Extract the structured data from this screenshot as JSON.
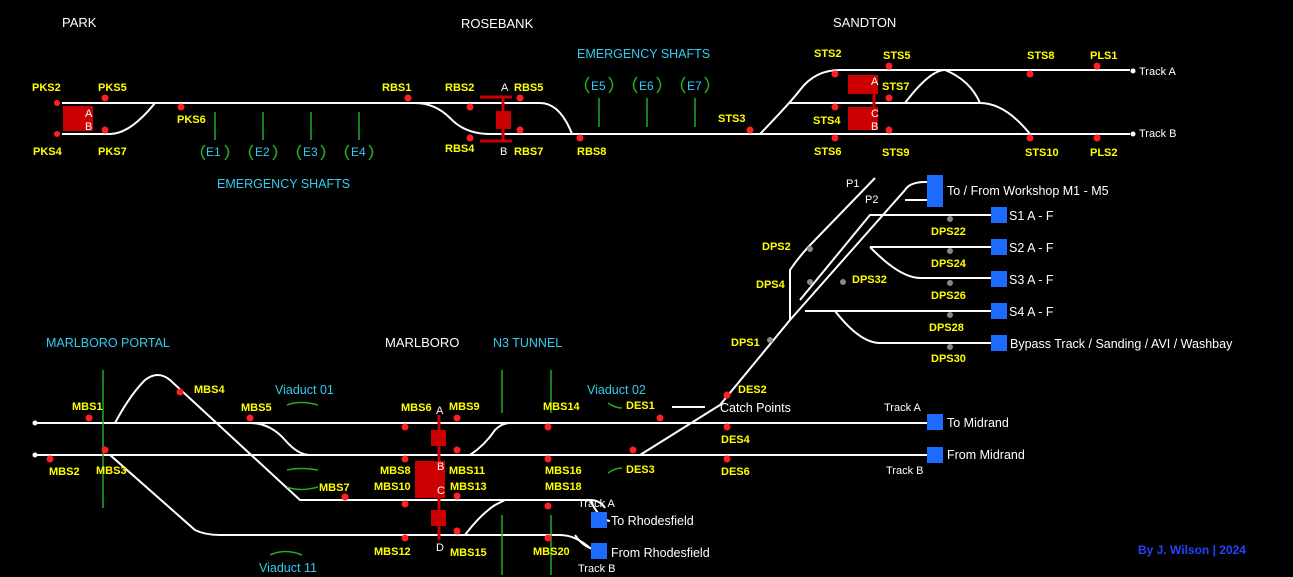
{
  "areas": {
    "park": "PARK",
    "rosebank": "ROSEBANK",
    "sandton": "SANDTON",
    "marlboro": "MARLBORO",
    "marlboro_portal": "MARLBORO PORTAL",
    "n3_tunnel": "N3 TUNNEL"
  },
  "shaft_groups": {
    "upper_right": "EMERGENCY SHAFTS",
    "upper_left": "EMERGENCY SHAFTS"
  },
  "shafts": {
    "e1": "E1",
    "e2": "E2",
    "e3": "E3",
    "e4": "E4",
    "e5": "E5",
    "e6": "E6",
    "e7": "E7"
  },
  "viaducts": {
    "v01": "Viaduct 01",
    "v02": "Viaduct 02",
    "v11": "Viaduct 11"
  },
  "signals": {
    "PKS2": "PKS2",
    "PKS5": "PKS5",
    "PKS4": "PKS4",
    "PKS7": "PKS7",
    "PKS6": "PKS6",
    "RBS1": "RBS1",
    "RBS2": "RBS2",
    "RBS5": "RBS5",
    "RBS4": "RBS4",
    "RBS7": "RBS7",
    "RBS8": "RBS8",
    "STS2": "STS2",
    "STS5": "STS5",
    "STS7": "STS7",
    "STS3": "STS3",
    "STS4": "STS4",
    "STS6": "STS6",
    "STS9": "STS9",
    "STS8": "STS8",
    "STS10": "STS10",
    "PLS1": "PLS1",
    "PLS2": "PLS2",
    "DPS2": "DPS2",
    "DPS4": "DPS4",
    "DPS32": "DPS32",
    "DPS1": "DPS1",
    "DPS22": "DPS22",
    "DPS24": "DPS24",
    "DPS26": "DPS26",
    "DPS28": "DPS28",
    "DPS30": "DPS30",
    "DES1": "DES1",
    "DES2": "DES2",
    "DES3": "DES3",
    "DES4": "DES4",
    "DES6": "DES6",
    "MBS1": "MBS1",
    "MBS2": "MBS2",
    "MBS3": "MBS3",
    "MBS4": "MBS4",
    "MBS5": "MBS5",
    "MBS6": "MBS6",
    "MBS7": "MBS7",
    "MBS8": "MBS8",
    "MBS9": "MBS9",
    "MBS10": "MBS10",
    "MBS11": "MBS11",
    "MBS12": "MBS12",
    "MBS13": "MBS13",
    "MBS14": "MBS14",
    "MBS15": "MBS15",
    "MBS16": "MBS16",
    "MBS18": "MBS18",
    "MBS20": "MBS20"
  },
  "points": {
    "A": "A",
    "B": "B",
    "C": "C",
    "D": "D"
  },
  "tracks": {
    "track_a": "Track A",
    "track_b": "Track B"
  },
  "platforms": {
    "p1": "P1",
    "p2": "P2"
  },
  "destinations": {
    "workshop": "To / From Workshop M1 - M5",
    "s1": "S1 A - F",
    "s2": "S2 A - F",
    "s3": "S3 A - F",
    "s4": "S4 A - F",
    "bypass": "Bypass Track / Sanding / AVI / Washbay",
    "to_midrand": "To Midrand",
    "from_midrand": "From Midrand",
    "to_rhodesfield": "To Rhodesfield",
    "from_rhodesfield": "From Rhodesfield",
    "catch_points": "Catch Points"
  },
  "credit": "By J. Wilson | 2024",
  "colors": {
    "background": "#000000",
    "track": "#ffffff",
    "signal_label": "#ffff00",
    "signal_lamp": "#ff2020",
    "section_label": "#33ccee",
    "occupied_block": "#cc0000",
    "buffer_stop": "#1e6bff",
    "shaft": "#22aa22"
  }
}
